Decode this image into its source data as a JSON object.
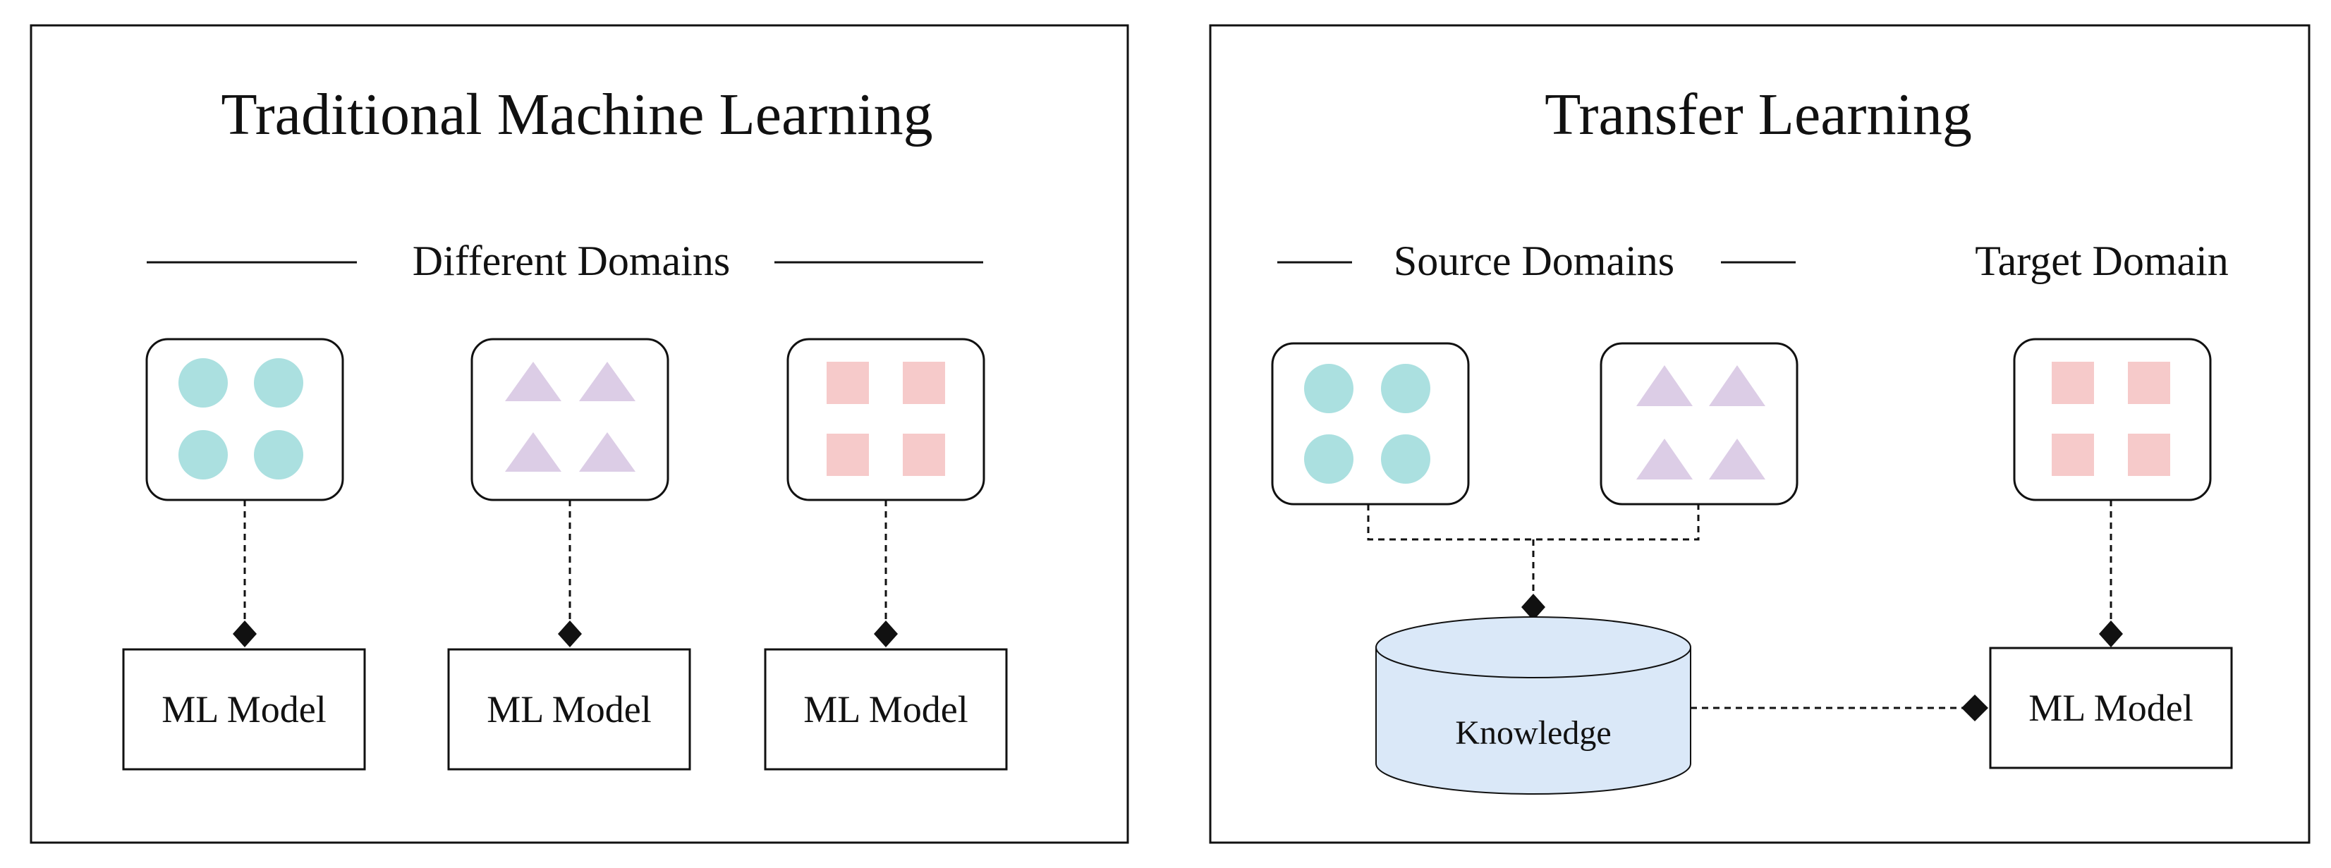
{
  "colors": {
    "stroke": "#111111",
    "circle": "#abe0e0",
    "triangle": "#dccde6",
    "square": "#f6caca",
    "knowledge": "#dae8f8"
  },
  "left_panel": {
    "title": "Traditional Machine Learning",
    "domains_label": "Different Domains",
    "domains": [
      {
        "shape": "circle",
        "model_label": "ML Model"
      },
      {
        "shape": "triangle",
        "model_label": "ML Model"
      },
      {
        "shape": "square",
        "model_label": "ML Model"
      }
    ]
  },
  "right_panel": {
    "title": "Transfer Learning",
    "source_label": "Source Domains",
    "target_label": "Target Domain",
    "source_domains": [
      {
        "shape": "circle"
      },
      {
        "shape": "triangle"
      }
    ],
    "target_domain": {
      "shape": "square"
    },
    "knowledge_label": "Knowledge",
    "model_label": "ML Model"
  }
}
